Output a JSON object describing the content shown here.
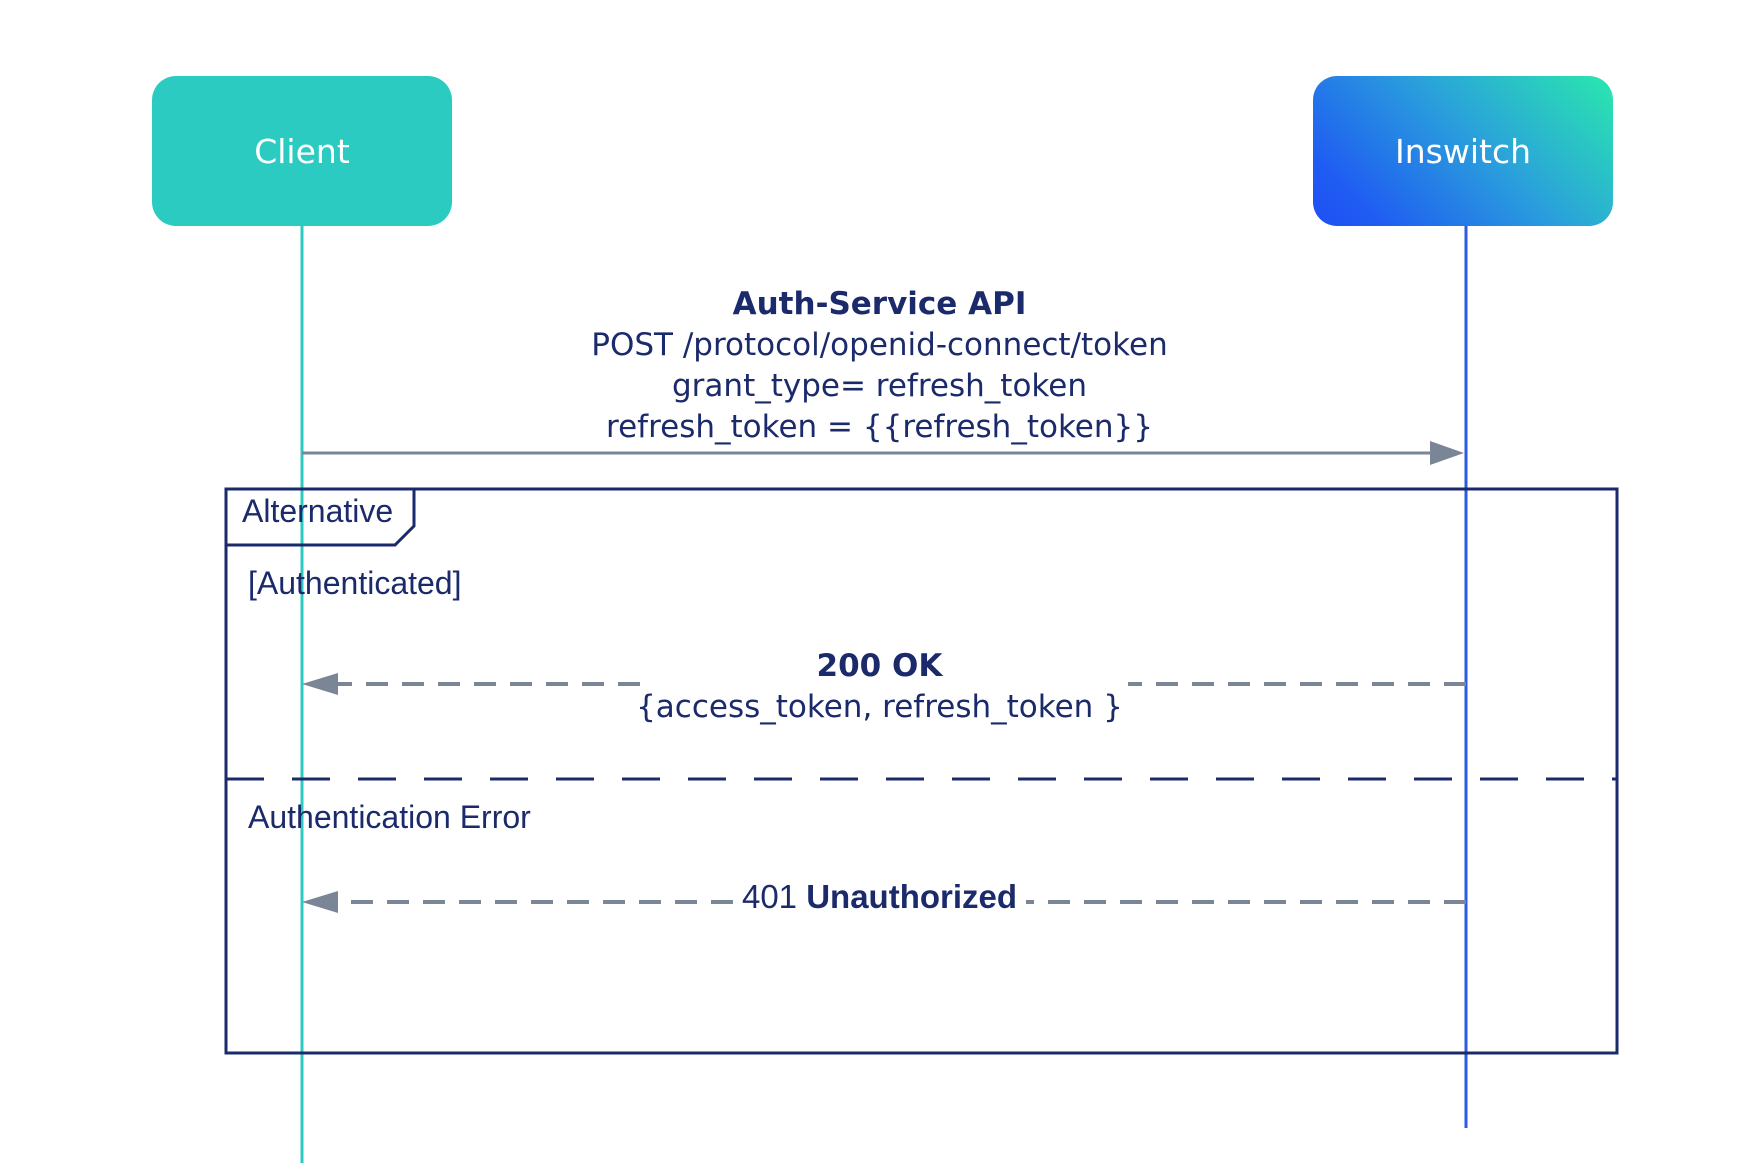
{
  "actors": {
    "client": {
      "label": "Client",
      "color": "#2ccbc2"
    },
    "inswitch": {
      "label": "Inswitch",
      "gradient": [
        "#1f4ff5",
        "#2ae8ad"
      ]
    }
  },
  "request": {
    "title": "Auth-Service API",
    "line1": "POST /protocol/openid-connect/token",
    "line2": "grant_type= refresh_token",
    "line3": "refresh_token = {{refresh_token}}"
  },
  "alt_frame": {
    "label": "Alternative",
    "branches": [
      {
        "guard": "[Authenticated]",
        "response": {
          "status": "200 OK",
          "body": "{access_token, refresh_token }"
        }
      },
      {
        "guard": "Authentication Error",
        "response": {
          "code": "401",
          "status": "Unauthorized"
        }
      }
    ]
  },
  "colors": {
    "frame": "#1b2a6b",
    "arrow": "#7a8696",
    "client_lifeline": "#2ccbc2",
    "inswitch_lifeline": "#2a5be0"
  }
}
